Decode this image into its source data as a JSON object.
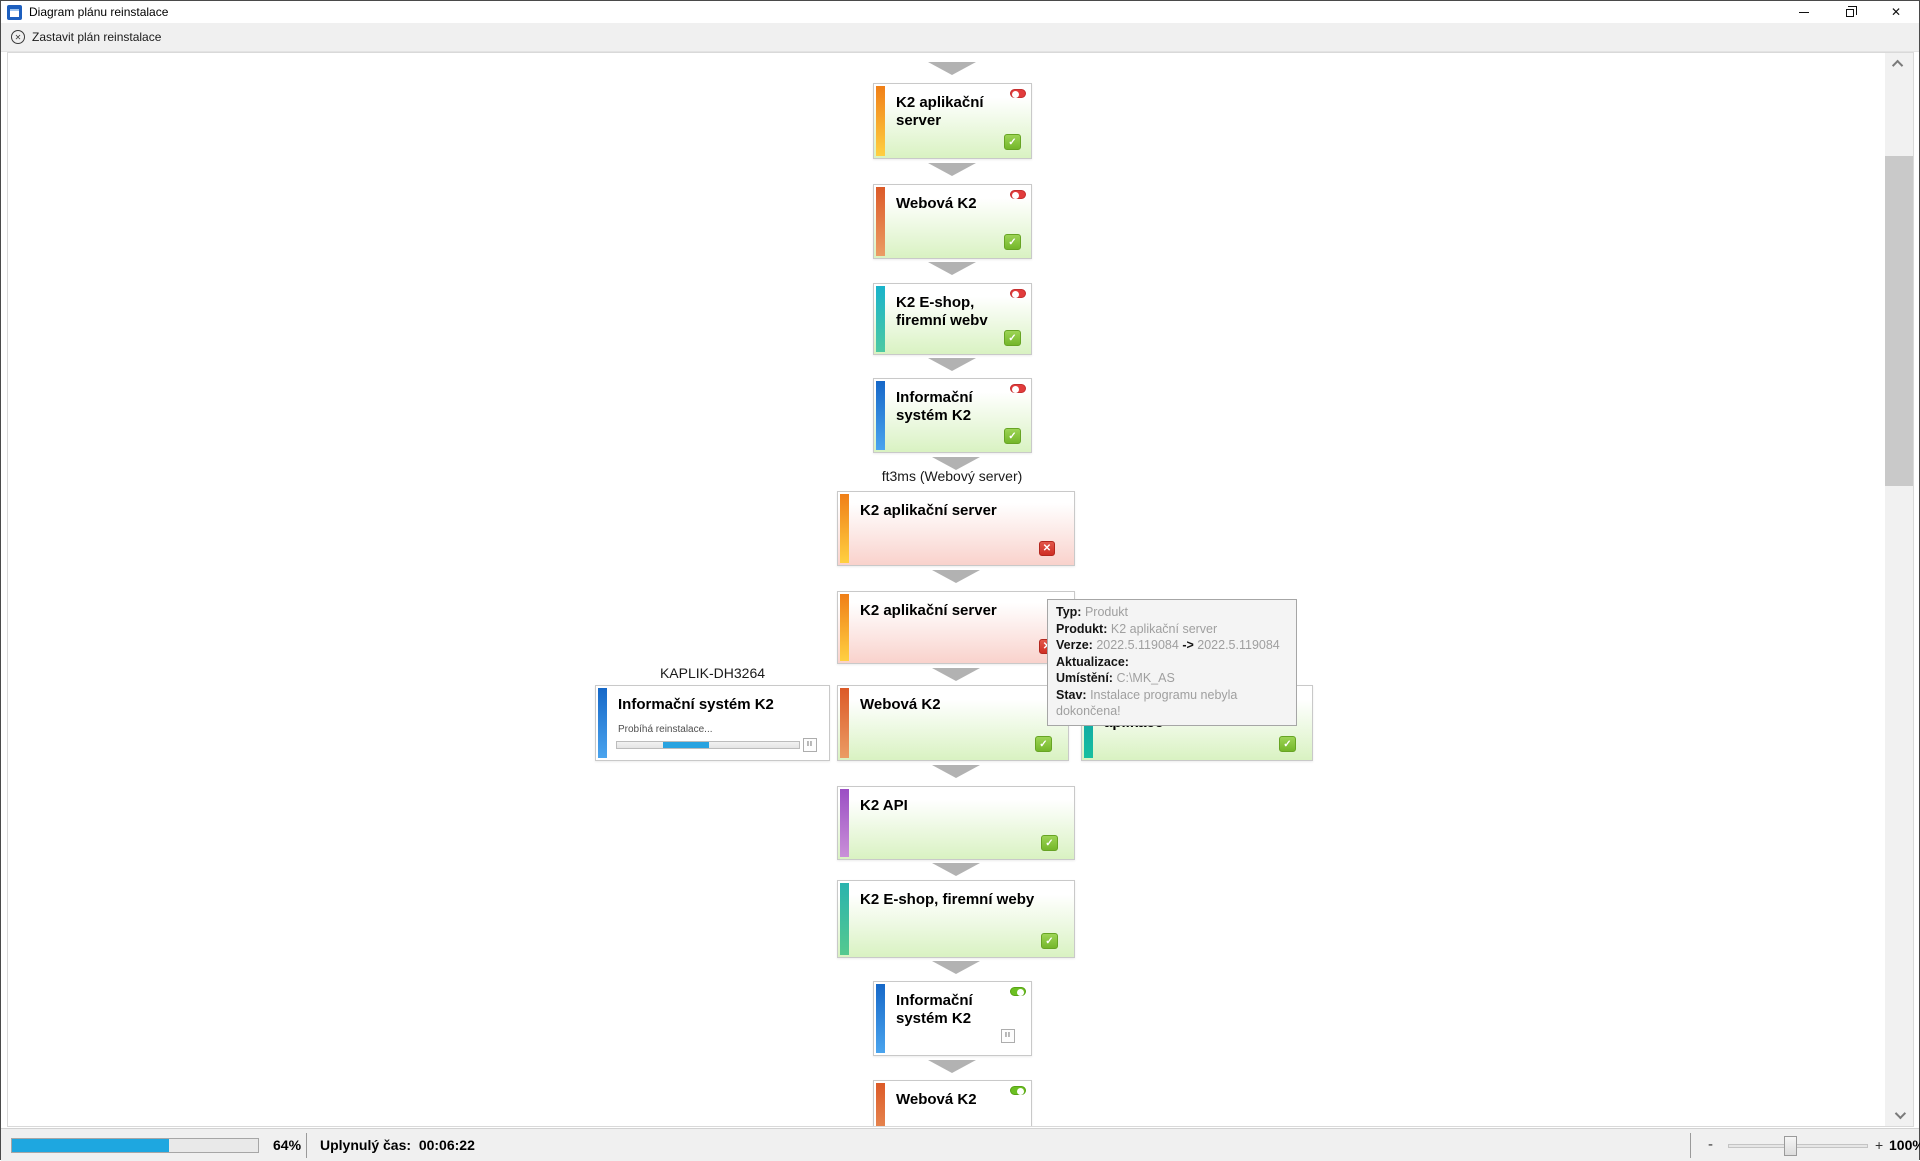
{
  "window": {
    "title": "Diagram plánu reinstalace",
    "controls": {
      "minimize": "minimize",
      "restore": "restore",
      "close": "✕"
    }
  },
  "toolbar": {
    "stop_button": "Zastavit plán reinstalace"
  },
  "icons": {
    "check_glyph": "✓",
    "error_glyph": "✕",
    "pause_glyph": "II",
    "stop_glyph": "✕"
  },
  "diagram": {
    "group_labels": {
      "web_server": "ft3ms (Webový server)",
      "machine": "KAPLIK-DH3264"
    },
    "nodes": {
      "n01": {
        "label": "K2 aplikační server",
        "state": "success",
        "toggle": "red"
      },
      "n02": {
        "label": "Webová K2",
        "state": "success",
        "toggle": "red"
      },
      "n03": {
        "label": "K2 E-shop, firemní webv",
        "state": "success",
        "toggle": "red"
      },
      "n04": {
        "label": "Informační systém K2",
        "state": "success",
        "toggle": "red"
      },
      "n05": {
        "label": "K2 aplikační server",
        "state": "failed"
      },
      "n06": {
        "label": "K2 aplikační server",
        "state": "failed"
      },
      "n07": {
        "label": "Informační systém K2",
        "state": "running",
        "status_text": "Probíhá reinstalace..."
      },
      "n08": {
        "label": "Webová K2",
        "state": "success"
      },
      "n09": {
        "label": "K2 Workflow webová aplikace",
        "state": "success"
      },
      "n10": {
        "label": "K2 API",
        "state": "success"
      },
      "n11": {
        "label": "K2 E-shop, firemní weby",
        "state": "success"
      },
      "n12": {
        "label": "Informační systém K2",
        "state": "paused",
        "toggle": "green"
      },
      "n13": {
        "label": "Webová K2",
        "state": "pending",
        "toggle": "green"
      }
    }
  },
  "tooltip": {
    "typ_label": "Typ:",
    "typ_value": "Produkt",
    "produkt_label": "Produkt:",
    "produkt_value": "K2 aplikační server",
    "verze_label": "Verze:",
    "verze_from": "2022.5.119084",
    "verze_arrow": "->",
    "verze_to": "2022.5.119084",
    "aktualizace_label": "Aktualizace:",
    "umisteni_label": "Umístění:",
    "umisteni_value": "C:\\MK_AS",
    "stav_label": "Stav:",
    "stav_value": "Instalace programu nebyla dokončena!"
  },
  "statusbar": {
    "progress_percent": 64,
    "progress_label": "64%",
    "elapsed_label": "Uplynulý čas:",
    "elapsed_time": "00:06:22",
    "zoom_minus": "-",
    "zoom_plus": "+",
    "zoom_label": "100%"
  },
  "colors": {
    "success_bg": "#d9f2c2",
    "failed_bg": "#f9d2cc",
    "check_green": "#74b62a",
    "error_red": "#cf2e24",
    "toggle_red": "#e23c3c",
    "toggle_green": "#6cc022",
    "progress_blue": "#1ea7e0",
    "stripe_orange": "#f07f17",
    "stripe_red": "#dc5a28",
    "stripe_cyan": "#19b3cb",
    "stripe_blue": "#1668c8",
    "stripe_teal": "#0b98a8",
    "stripe_purple": "#9b4fc4",
    "stripe_tealgreen": "#2ab3ae"
  }
}
